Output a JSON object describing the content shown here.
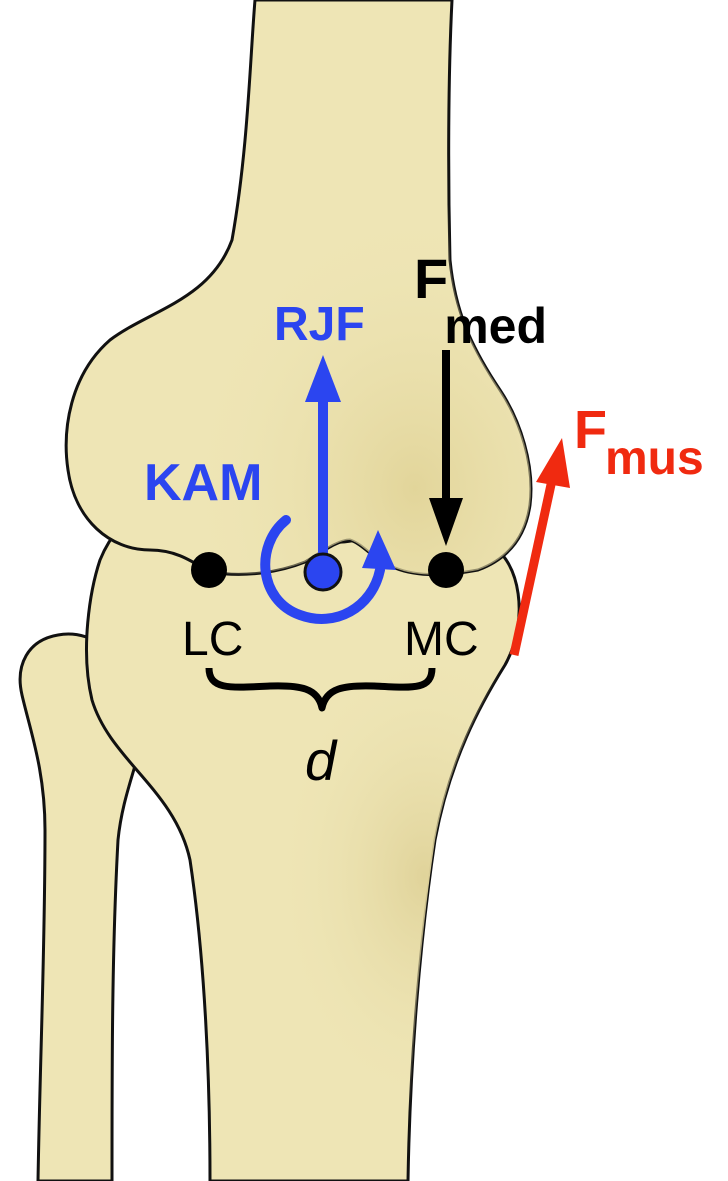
{
  "colors": {
    "bone": "#EEE5B5",
    "bone_shade": "#E3D89F",
    "outline": "#111111",
    "blue": "#2B45F0",
    "red": "#F02A10",
    "black": "#000000"
  },
  "labels": {
    "rjf": "RJF",
    "kam": "KAM",
    "f_med_main": "F",
    "f_med_sub": "med",
    "f_mus_main": "F",
    "f_mus_sub": "mus",
    "lc": "LC",
    "mc": "MC",
    "d": "d"
  }
}
